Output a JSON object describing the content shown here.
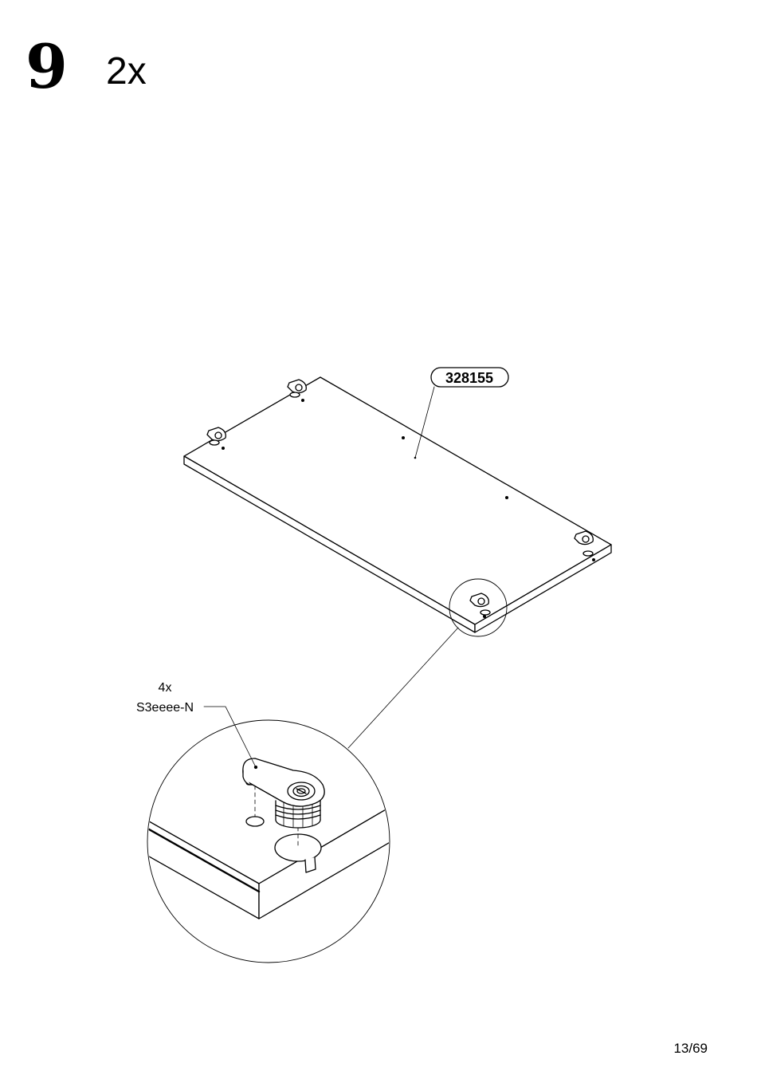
{
  "step": {
    "number": "9",
    "quantity": "2x"
  },
  "part": {
    "id": "328155"
  },
  "hardware": {
    "quantity": "4x",
    "code": "S3eeee-N",
    "icon": "cam-lock-fitting-icon"
  },
  "footer": {
    "page": "13/69"
  }
}
